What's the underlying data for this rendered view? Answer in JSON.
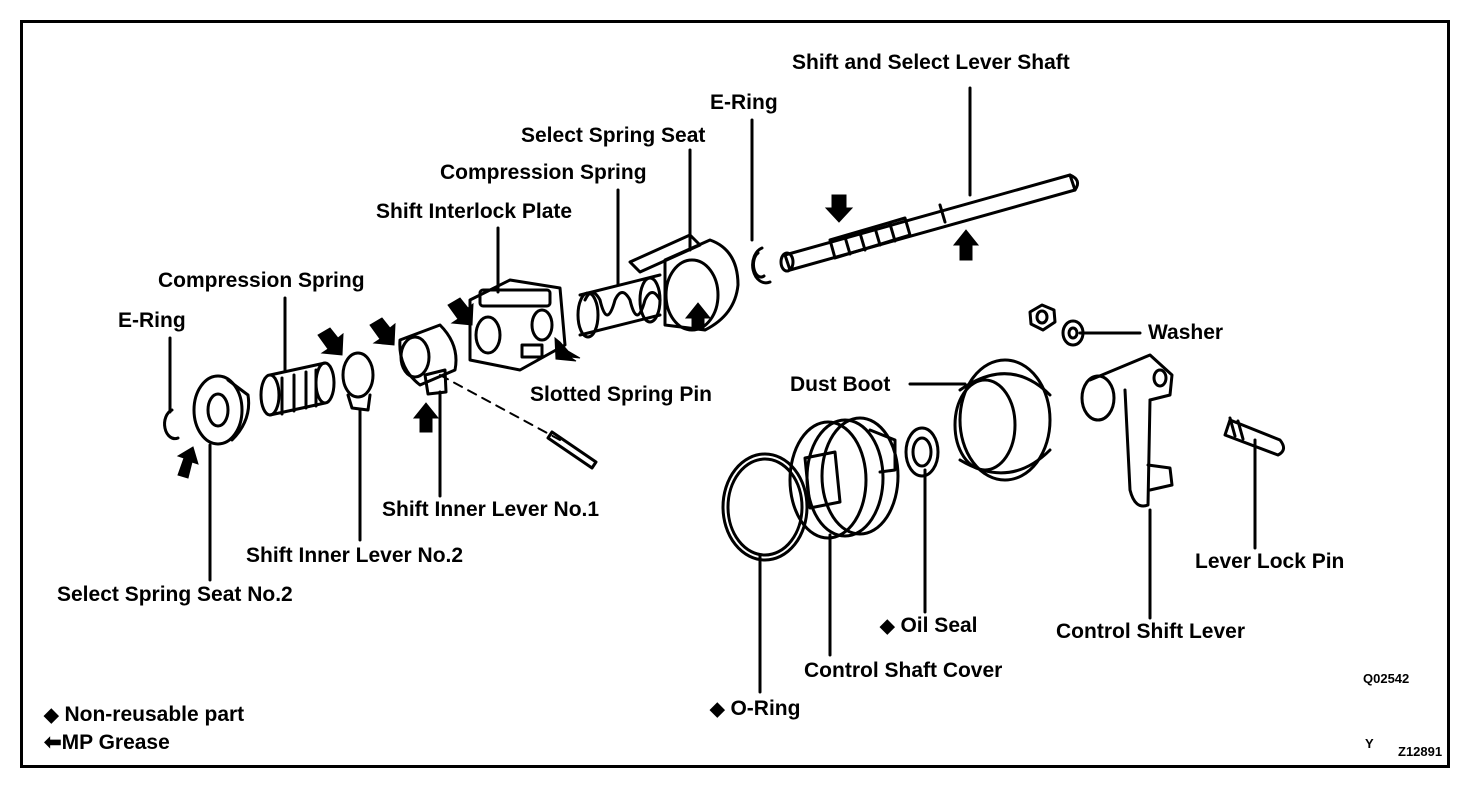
{
  "labels": {
    "shaft": "Shift and Select Lever Shaft",
    "ering_top": "E-Ring",
    "select_spring_seat": "Select Spring Seat",
    "compression_spring_top": "Compression Spring",
    "interlock_plate": "Shift Interlock Plate",
    "compression_spring_left": "Compression Spring",
    "ering_left": "E-Ring",
    "slotted_pin": "Slotted Spring Pin",
    "inner_lever_1": "Shift Inner Lever No.1",
    "inner_lever_2": "Shift Inner Lever No.2",
    "select_spring_seat_2": "Select Spring Seat No.2",
    "washer": "Washer",
    "dust_boot": "Dust Boot",
    "lever_lock_pin": "Lever Lock Pin",
    "oil_seal": "Oil Seal",
    "control_shift_lever": "Control Shift Lever",
    "control_shaft_cover": "Control Shaft Cover",
    "o_ring": "O-Ring"
  },
  "legend": {
    "non_reusable": "Non-reusable part",
    "mp_grease": "MP Grease"
  },
  "codes": {
    "fig_code": "Q02542",
    "y": "Y",
    "ref": "Z12891"
  },
  "colors": {
    "ink": "#000000",
    "paper": "#ffffff"
  }
}
